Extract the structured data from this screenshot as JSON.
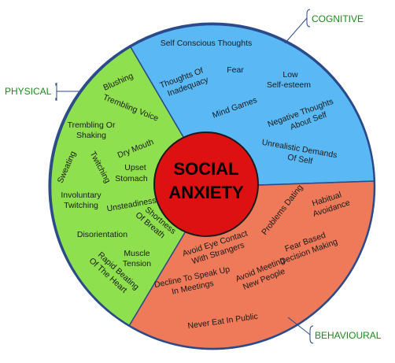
{
  "title_line1": "SOCIAL",
  "title_line2": "ANXIETY",
  "categories": {
    "physical": "PHYSICAL",
    "cognitive": "COGNITIVE",
    "behavioural": "BEHAVIOURAL"
  },
  "colors": {
    "physical": "#8ee04e",
    "cognitive": "#5ab8f5",
    "behavioural": "#ef7a5a",
    "center": "#dd1111",
    "category_text": "#1a8a1a"
  },
  "physical_items": {
    "blushing": "Blushing",
    "trembling_voice": "Trembling Voice",
    "trembling_or_shaking_1": "Trembling Or",
    "trembling_or_shaking_2": "Shaking",
    "dry_mouth": "Dry Mouth",
    "sweating": "Sweating",
    "twitching": "Twitching",
    "upset_stomach_1": "Upset",
    "upset_stomach_2": "Stomach",
    "involuntary_twitching_1": "Involuntary",
    "involuntary_twitching_2": "Twitching",
    "unsteadiness": "Unsteadiness",
    "shortness_of_breath_1": "Shortness",
    "shortness_of_breath_2": "Of Breath",
    "disorientation": "Disorientation",
    "muscle_tension_1": "Muscle",
    "muscle_tension_2": "Tension",
    "rapid_beating_1": "Rapid Beating",
    "rapid_beating_2": "Of The Heart"
  },
  "cognitive_items": {
    "self_conscious": "Self Conscious Thoughts",
    "thoughts_inadequacy_1": "Thoughts Of",
    "thoughts_inadequacy_2": "Inadequacy",
    "fear": "Fear",
    "low_self_esteem_1": "Low",
    "low_self_esteem_2": "Self-esteem",
    "mind_games": "Mind Games",
    "negative_thoughts_1": "Negative Thoughts",
    "negative_thoughts_2": "About Self",
    "unrealistic_demands_1": "Unrealistic Demands",
    "unrealistic_demands_2": "Of Self"
  },
  "behavioural_items": {
    "problems_dating": "Problems Dating",
    "habitual_avoidance_1": "Habitual",
    "habitual_avoidance_2": "Avoidance",
    "avoid_eye_contact_1": "Avoid Eye Contact",
    "avoid_eye_contact_2": "With Strangers",
    "fear_based_1": "Fear Based",
    "fear_based_2": "Decision Making",
    "decline_to_speak_1": "Decline To Speak Up",
    "decline_to_speak_2": "In Meetings",
    "avoid_meeting_1": "Avoid Meeting",
    "avoid_meeting_2": "New People",
    "never_eat": "Never Eat In Public"
  }
}
